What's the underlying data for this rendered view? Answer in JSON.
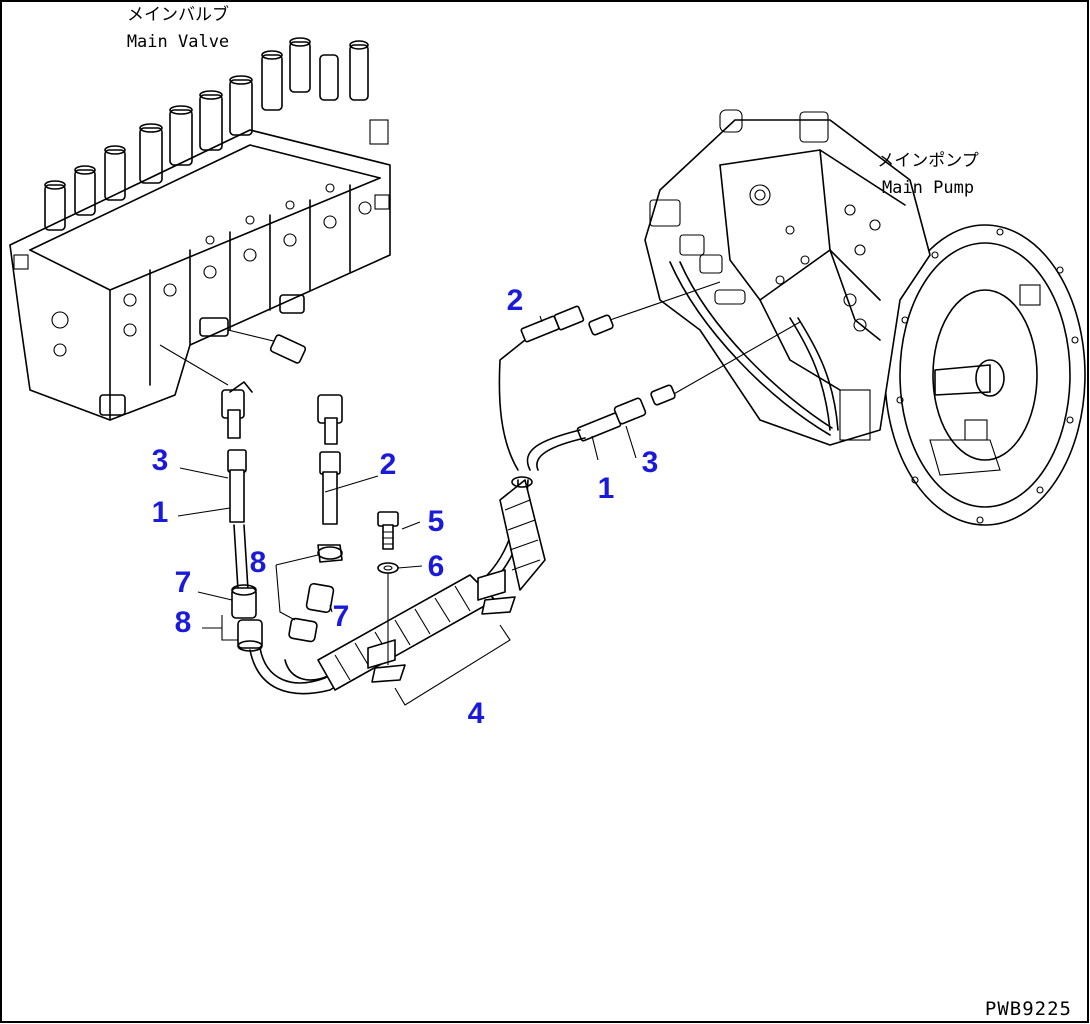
{
  "drawing_id": "PWB9225",
  "components": {
    "main_valve": {
      "label_jp": "メインバルブ",
      "label_en": "Main Valve"
    },
    "main_pump": {
      "label_jp": "メインポンプ",
      "label_en": "Main Pump"
    }
  },
  "callouts": {
    "c1_left": "1",
    "c1_right": "1",
    "c2_left": "2",
    "c2_right": "2",
    "c3_left": "3",
    "c3_right": "3",
    "c4": "4",
    "c5": "5",
    "c6": "6",
    "c7_left": "7",
    "c7_right": "7",
    "c8_left": "8",
    "c8_right": "8"
  },
  "colors": {
    "callout": "#1a1adb",
    "line": "#000000",
    "background": "#ffffff"
  }
}
